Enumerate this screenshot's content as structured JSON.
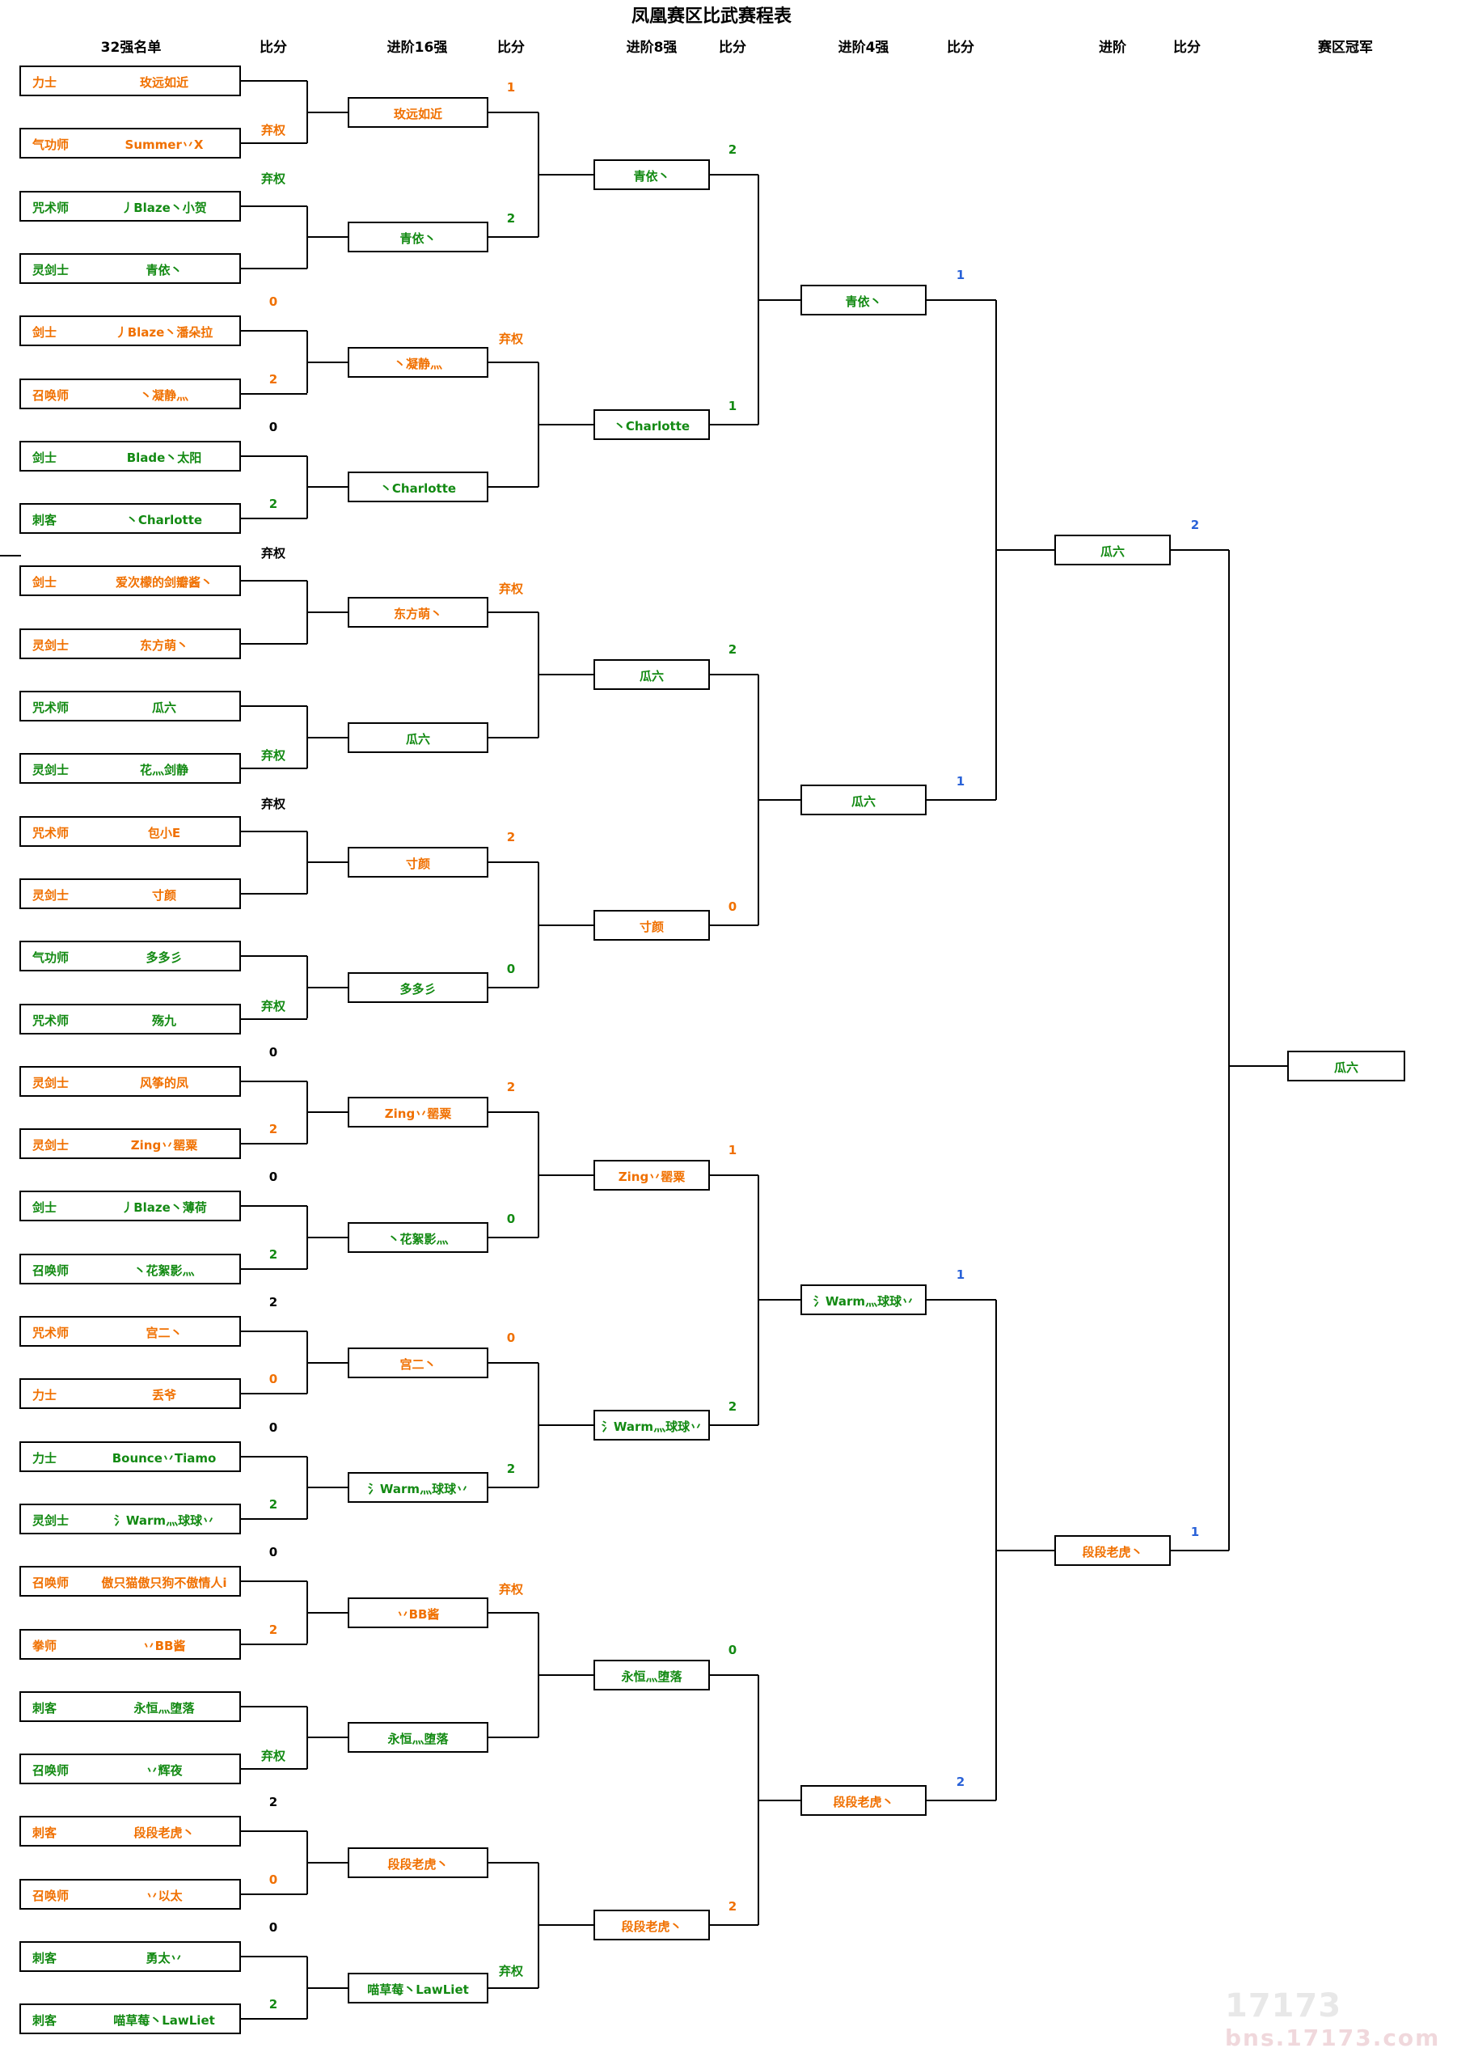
{
  "title": "凤凰赛区比武赛程表",
  "headers": {
    "r32": "32强名单",
    "score1": "比分",
    "r16": "进阶16强",
    "score2": "比分",
    "qf": "进阶8强",
    "score3": "比分",
    "sf": "进阶4强",
    "score4": "比分",
    "final": "进阶",
    "score5": "比分",
    "champ": "赛区冠军"
  },
  "colors": {
    "green": "#138a13",
    "orange": "#f07000",
    "black": "#000000",
    "blue": "#2a62d8"
  },
  "round32": [
    {
      "cls": "力士",
      "name": "玫远如近",
      "color": "orange"
    },
    {
      "cls": "气功师",
      "name": "Summer丷X",
      "color": "orange"
    },
    {
      "cls": "咒术师",
      "name": "丿Blaze丶小贺",
      "color": "green"
    },
    {
      "cls": "灵剑士",
      "name": "青依丶",
      "color": "green"
    },
    {
      "cls": "剑士",
      "name": "丿Blaze丶潘朵拉",
      "color": "orange"
    },
    {
      "cls": "召唤师",
      "name": "丶凝静灬",
      "color": "orange"
    },
    {
      "cls": "剑士",
      "name": "Blade丶太阳",
      "color": "green"
    },
    {
      "cls": "刺客",
      "name": "丶Charlotte",
      "color": "green"
    },
    {
      "cls": "剑士",
      "name": "爱次檬的剑瓣酱丶",
      "color": "orange"
    },
    {
      "cls": "灵剑士",
      "name": "东方萌丶",
      "color": "orange"
    },
    {
      "cls": "咒术师",
      "name": "瓜六",
      "color": "green"
    },
    {
      "cls": "灵剑士",
      "name": "花灬剑静",
      "color": "green"
    },
    {
      "cls": "咒术师",
      "name": "包小E",
      "color": "orange"
    },
    {
      "cls": "灵剑士",
      "name": "寸颜",
      "color": "orange"
    },
    {
      "cls": "气功师",
      "name": "多多彡",
      "color": "green"
    },
    {
      "cls": "咒术师",
      "name": "殇九",
      "color": "green"
    },
    {
      "cls": "灵剑士",
      "name": "风筝的凤",
      "color": "orange"
    },
    {
      "cls": "灵剑士",
      "name": "Zing丷罂粟",
      "color": "orange"
    },
    {
      "cls": "剑士",
      "name": "丿Blaze丶薄荷",
      "color": "green"
    },
    {
      "cls": "召唤师",
      "name": "丶花絮影灬",
      "color": "green"
    },
    {
      "cls": "咒术师",
      "name": "宫二丶",
      "color": "orange"
    },
    {
      "cls": "力士",
      "name": "丢爷",
      "color": "orange"
    },
    {
      "cls": "力士",
      "name": "Bounce丷Tiamo",
      "color": "green"
    },
    {
      "cls": "灵剑士",
      "name": "氵Warm灬球球丷",
      "color": "green"
    },
    {
      "cls": "召唤师",
      "name": "傲只猫傲只狗不傲情人i",
      "color": "orange"
    },
    {
      "cls": "拳师",
      "name": "丷BB酱",
      "color": "orange"
    },
    {
      "cls": "刺客",
      "name": "永恒灬堕落",
      "color": "green"
    },
    {
      "cls": "召唤师",
      "name": "丷辉夜",
      "color": "green"
    },
    {
      "cls": "刺客",
      "name": "段段老虎丶",
      "color": "orange"
    },
    {
      "cls": "召唤师",
      "name": "丷以太",
      "color": "orange"
    },
    {
      "cls": "刺客",
      "name": "勇太丷",
      "color": "green"
    },
    {
      "cls": "刺客",
      "name": "喵草莓丶LawLiet",
      "color": "green"
    }
  ],
  "round32_scores": [
    {
      "text": "",
      "color": "black"
    },
    {
      "text": "弃权",
      "color": "orange"
    },
    {
      "text": "弃权",
      "color": "green"
    },
    {
      "text": "",
      "color": "black"
    },
    {
      "text": "0",
      "color": "orange"
    },
    {
      "text": "2",
      "color": "orange"
    },
    {
      "text": "0",
      "color": "black"
    },
    {
      "text": "2",
      "color": "green"
    },
    {
      "text": "弃权",
      "color": "black"
    },
    {
      "text": "",
      "color": "black"
    },
    {
      "text": "",
      "color": "black"
    },
    {
      "text": "弃权",
      "color": "green"
    },
    {
      "text": "弃权",
      "color": "black"
    },
    {
      "text": "",
      "color": "black"
    },
    {
      "text": "",
      "color": "black"
    },
    {
      "text": "弃权",
      "color": "green"
    },
    {
      "text": "0",
      "color": "black"
    },
    {
      "text": "2",
      "color": "orange"
    },
    {
      "text": "0",
      "color": "black"
    },
    {
      "text": "2",
      "color": "green"
    },
    {
      "text": "2",
      "color": "black"
    },
    {
      "text": "0",
      "color": "orange"
    },
    {
      "text": "0",
      "color": "black"
    },
    {
      "text": "2",
      "color": "green"
    },
    {
      "text": "0",
      "color": "black"
    },
    {
      "text": "2",
      "color": "orange"
    },
    {
      "text": "",
      "color": "black"
    },
    {
      "text": "弃权",
      "color": "green"
    },
    {
      "text": "2",
      "color": "black"
    },
    {
      "text": "0",
      "color": "orange"
    },
    {
      "text": "0",
      "color": "black"
    },
    {
      "text": "2",
      "color": "green"
    }
  ],
  "round16": [
    {
      "name": "玫远如近",
      "color": "orange",
      "score": "1"
    },
    {
      "name": "青依丶",
      "color": "green",
      "score": "2"
    },
    {
      "name": "丶凝静灬",
      "color": "orange",
      "score": "弃权"
    },
    {
      "name": "丶Charlotte",
      "color": "green",
      "score": ""
    },
    {
      "name": "东方萌丶",
      "color": "orange",
      "score": "弃权"
    },
    {
      "name": "瓜六",
      "color": "green",
      "score": ""
    },
    {
      "name": "寸颜",
      "color": "orange",
      "score": "2"
    },
    {
      "name": "多多彡",
      "color": "green",
      "score": "0"
    },
    {
      "name": "Zing丷罂粟",
      "color": "orange",
      "score": "2"
    },
    {
      "name": "丶花絮影灬",
      "color": "green",
      "score": "0"
    },
    {
      "name": "宫二丶",
      "color": "orange",
      "score": "0"
    },
    {
      "name": "氵Warm灬球球丷",
      "color": "green",
      "score": "2"
    },
    {
      "name": "丷BB酱",
      "color": "orange",
      "score": "弃权"
    },
    {
      "name": "永恒灬堕落",
      "color": "green",
      "score": ""
    },
    {
      "name": "段段老虎丶",
      "color": "orange",
      "score": ""
    },
    {
      "name": "喵草莓丶LawLiet",
      "color": "green",
      "score": "弃权"
    }
  ],
  "quarter": [
    {
      "name": "青依丶",
      "color": "green",
      "score": "2"
    },
    {
      "name": "丶Charlotte",
      "color": "green",
      "score": "1"
    },
    {
      "name": "瓜六",
      "color": "green",
      "score": "2"
    },
    {
      "name": "寸颜",
      "color": "orange",
      "score": "0"
    },
    {
      "name": "Zing丷罂粟",
      "color": "orange",
      "score": "1"
    },
    {
      "name": "氵Warm灬球球丷",
      "color": "green",
      "score": "2"
    },
    {
      "name": "永恒灬堕落",
      "color": "green",
      "score": "0"
    },
    {
      "name": "段段老虎丶",
      "color": "orange",
      "score": "2"
    }
  ],
  "semi": [
    {
      "name": "青依丶",
      "color": "green",
      "score": "1"
    },
    {
      "name": "瓜六",
      "color": "green",
      "score": "1"
    },
    {
      "name": "氵Warm灬球球丷",
      "color": "green",
      "score": "1"
    },
    {
      "name": "段段老虎丶",
      "color": "orange",
      "score": "2"
    }
  ],
  "final": [
    {
      "name": "瓜六",
      "color": "green",
      "score": "2"
    },
    {
      "name": "段段老虎丶",
      "color": "orange",
      "score": "1"
    }
  ],
  "champion": {
    "name": "瓜六",
    "color": "green"
  },
  "watermark": {
    "line1": "17173",
    "line2": "bns.17173.com"
  }
}
